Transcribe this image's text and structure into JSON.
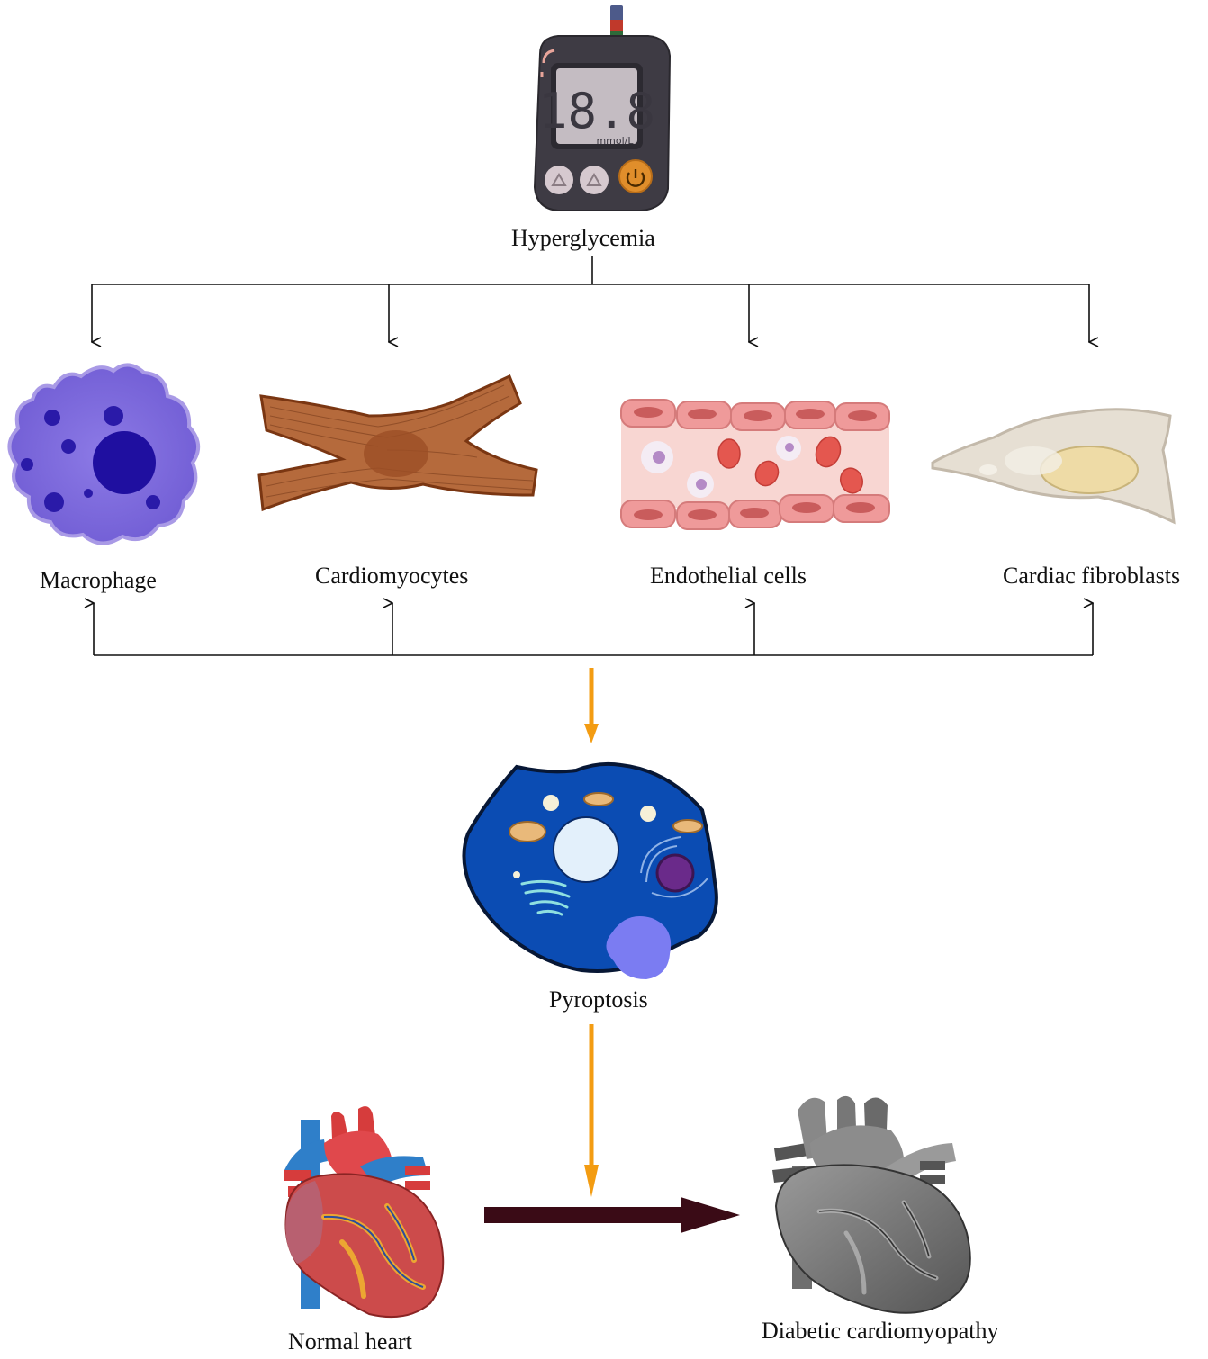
{
  "top": {
    "meter_reading": "18.8",
    "meter_unit": "mmol/L",
    "label": "Hyperglycemia"
  },
  "cells": [
    {
      "label": "Macrophage"
    },
    {
      "label": "Cardiomyocytes"
    },
    {
      "label": "Endothelial cells"
    },
    {
      "label": "Cardiac fibroblasts"
    }
  ],
  "middle": {
    "label": "Pyroptosis"
  },
  "bottom": {
    "left_label": "Normal heart",
    "right_label": "Diabetic cardiomyopathy"
  },
  "colors": {
    "orange_arrow": "#f39c12",
    "progress_arrow": "#3a0b16",
    "macrophage": "#7b68d8",
    "cardiomyocyte": "#b76a3a",
    "endothelial": "#f3b8b5",
    "fibroblast": "#e3dbcf",
    "pyroptotic_cell": "#0b4cb3",
    "normal_heart": "#c83f4a",
    "diseased_heart": "#7a7a7a"
  }
}
